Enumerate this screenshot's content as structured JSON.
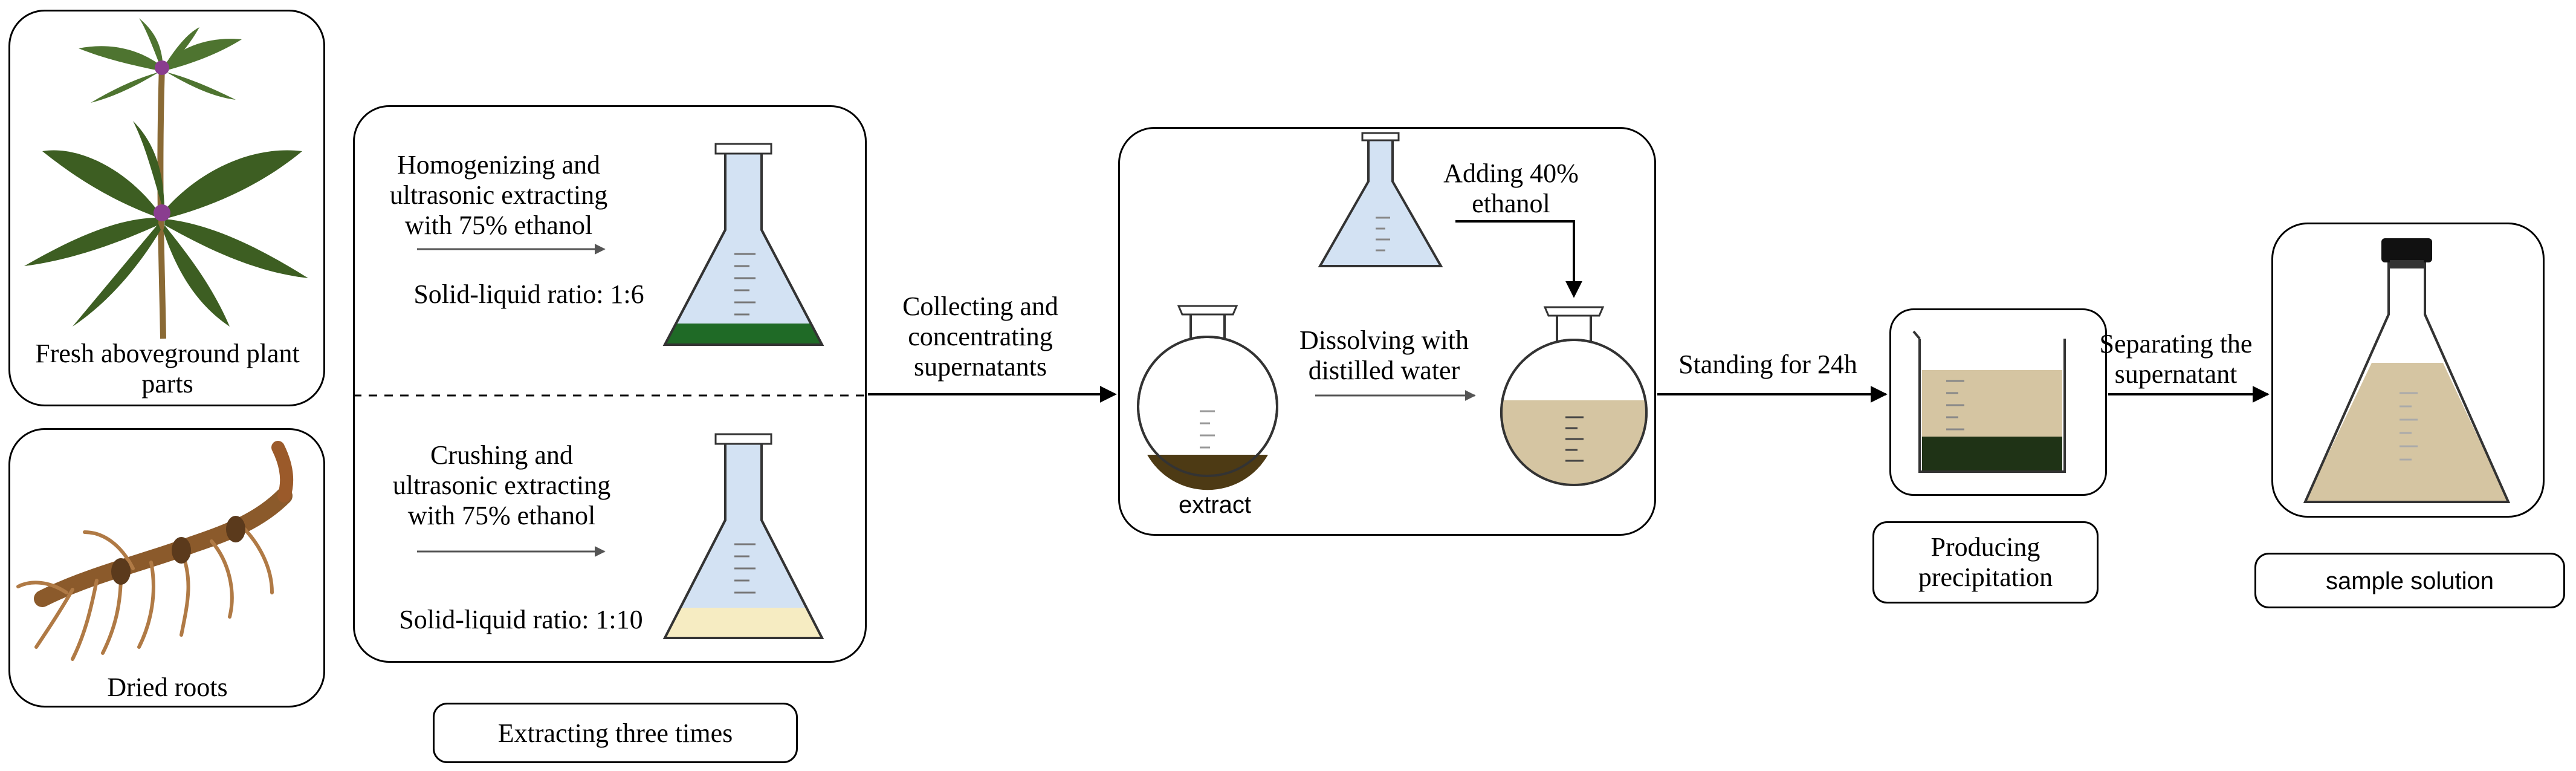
{
  "plants": {
    "fresh_label": "Fresh aboveground plant parts",
    "dried_label": "Dried roots"
  },
  "extraction": {
    "top_text": "Homogenizing and ultrasonic extracting with 75% ethanol",
    "top_ratio": "Solid-liquid ratio: 1:6",
    "bottom_text": "Crushing and ultrasonic extracting with 75% ethanol",
    "bottom_ratio": "Solid-liquid ratio: 1:10",
    "caption": "Extracting three times"
  },
  "concentrate": {
    "arrow_label": "Collecting and concentrating supernatants"
  },
  "dissolve": {
    "ethanol_label": "Adding 40% ethanol",
    "dissolve_label": "Dissolving with distilled water",
    "extract_label": "extract"
  },
  "standing": {
    "arrow_label": "Standing for 24h",
    "caption": "Producing precipitation"
  },
  "separating": {
    "arrow_label": "Separating the supernatant",
    "caption": "sample solution"
  },
  "colors": {
    "green_solution": "#1f6a26",
    "light_blue": "#d3e2f3",
    "cream": "#f6ecc2",
    "tan": "#d5c5a2",
    "dark_residue": "#4d3a14",
    "precipitate": "#1f3316"
  }
}
